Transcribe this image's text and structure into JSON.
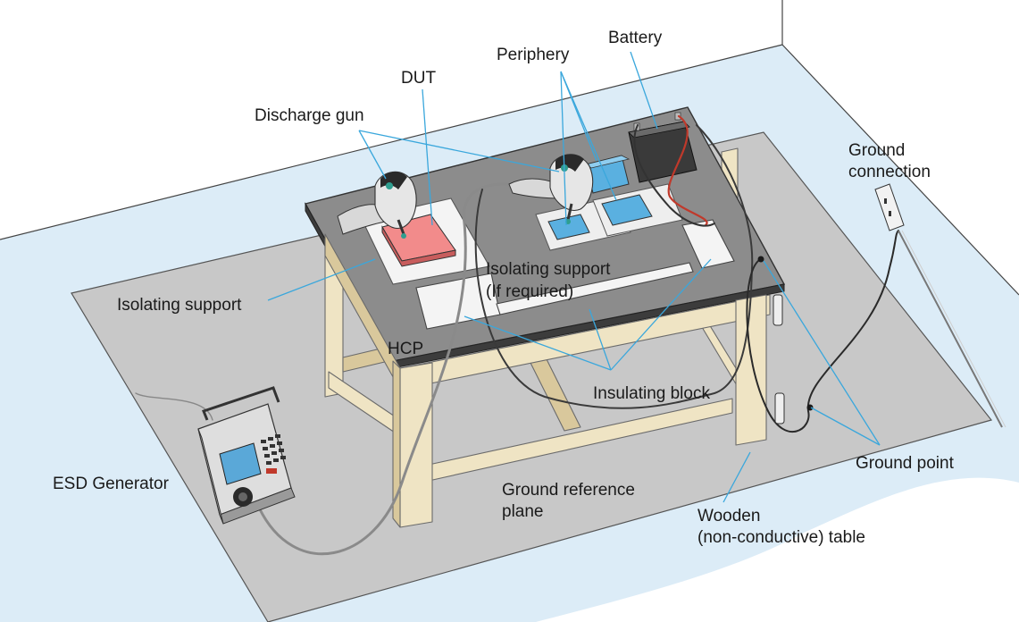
{
  "labels": {
    "discharge_gun": "Discharge gun",
    "dut": "DUT",
    "periphery": "Periphery",
    "battery": "Battery",
    "ground_connection_line1": "Ground",
    "ground_connection_line2": "connection",
    "isolating_support_left": "Isolating support",
    "isolating_support_required_line1": "Isolating support",
    "isolating_support_required_line2": "(If required)",
    "hcp": "HCP",
    "insulating_block": "Insulating block",
    "esd_generator": "ESD Generator",
    "ground_reference_plane_line1": "Ground reference",
    "ground_reference_plane_line2": "plane",
    "ground_point": "Ground point",
    "wooden_table_line1": "Wooden",
    "wooden_table_line2": "(non-conductive) table"
  },
  "colors": {
    "floor": "#dcecf7",
    "ground_plane": "#c8c8c8",
    "table_top": "#8c8c8c",
    "wood": "#efe4c4",
    "dut": "#f28b8b",
    "periphery": "#5ab0e0",
    "leader": "#3aa7dc",
    "cable": "#8a8a8a"
  }
}
